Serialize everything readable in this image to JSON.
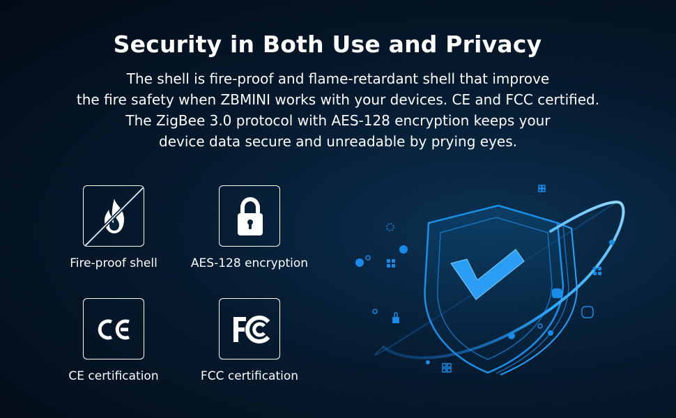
{
  "headline": "Security in Both Use and Privacy",
  "description": {
    "lines": [
      "The shell is fire-proof and flame-retardant shell that improve",
      "the fire safety when ZBMINI works with your devices. CE and FCC certified.",
      "The ZigBee 3.0 protocol with AES-128 encryption keeps your",
      "device data secure and unreadable by prying eyes."
    ]
  },
  "features": [
    {
      "icon": "fire-icon",
      "label": "Fire-proof shell"
    },
    {
      "icon": "lock-icon",
      "label": "AES-128 encryption"
    },
    {
      "icon": "ce-mark-icon",
      "label": "CE certification"
    },
    {
      "icon": "fcc-logo-icon",
      "label": "FCC certification"
    }
  ],
  "illustration": {
    "icon": "shield-check-icon",
    "accent": "#1ea8ff"
  }
}
